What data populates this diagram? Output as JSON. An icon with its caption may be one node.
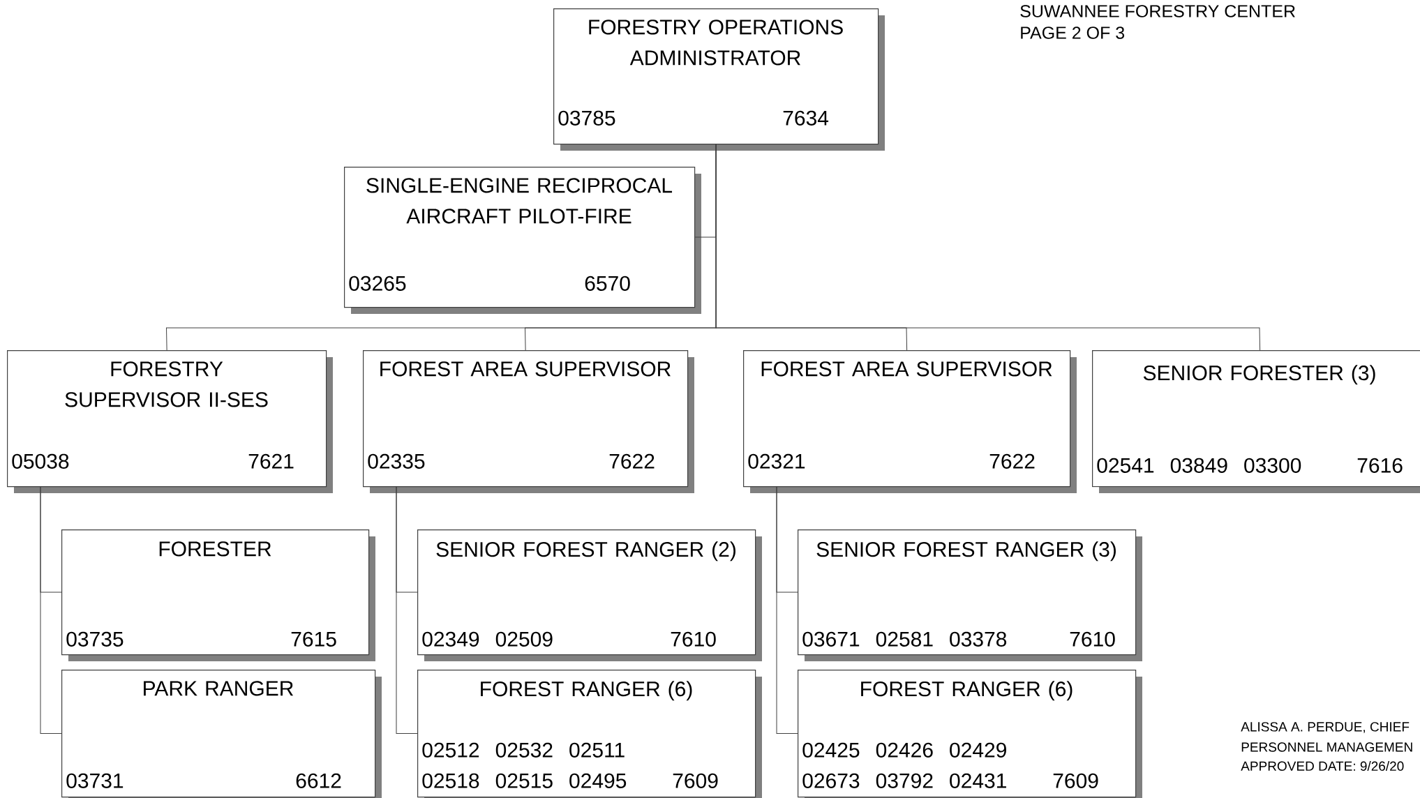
{
  "diagram": {
    "nodes": [
      {
        "text": [
          "FORESTRY OPERATIONS ADMINISTRATOR",
          "03785",
          "7634"
        ]
      },
      {
        "text": [
          "SINGLE-ENGINE RECIPROCAL AIRCRAFT PILOT-FIRE",
          "03265",
          "6570"
        ]
      },
      {
        "text": [
          "FORESTRY SUPERVISOR II-SES",
          "05038",
          "7621"
        ]
      },
      {
        "text": [
          "FOREST AREA SUPERVISOR",
          "02335",
          "7622"
        ]
      },
      {
        "text": [
          "FOREST AREA SUPERVISOR",
          "02321",
          "7622"
        ]
      },
      {
        "text": [
          "SENIOR FORESTER (3)",
          "02541 03849 03300",
          "7616"
        ]
      },
      {
        "text": [
          "FORESTER",
          "03735",
          "7615"
        ]
      },
      {
        "text": [
          "PARK RANGER",
          "03731",
          "6612"
        ]
      },
      {
        "text": [
          "SENIOR FOREST RANGER (2)",
          "02349 02509",
          "7610"
        ]
      },
      {
        "text": [
          "FOREST RANGER (6)",
          "02512 02532 02511 02518 02515 02495",
          "7609"
        ]
      },
      {
        "text": [
          "SENIOR FOREST RANGER (3)",
          "03671 02581 03378",
          "7610"
        ]
      },
      {
        "text": [
          "FOREST RANGER (6)",
          "02425 02426 02429 02673 03792 02431",
          "7609"
        ]
      }
    ],
    "edges": [
      {
        "from": 0,
        "to": 1,
        "arrow": "none"
      },
      {
        "from": 0,
        "to": 2,
        "arrow": "none"
      },
      {
        "from": 0,
        "to": 3,
        "arrow": "none"
      },
      {
        "from": 0,
        "to": 4,
        "arrow": "none"
      },
      {
        "from": 0,
        "to": 5,
        "arrow": "none"
      },
      {
        "from": 2,
        "to": 6,
        "arrow": "none"
      },
      {
        "from": 2,
        "to": 7,
        "arrow": "none"
      },
      {
        "from": 3,
        "to": 8,
        "arrow": "none"
      },
      {
        "from": 3,
        "to": 9,
        "arrow": "none"
      },
      {
        "from": 4,
        "to": 10,
        "arrow": "none"
      },
      {
        "from": 4,
        "to": 11,
        "arrow": "none"
      }
    ],
    "labels": [
      "SUWANNEE FORESTRY CENTER",
      "PAGE 2 OF 3",
      "ALISSA A. PERDUE, CHIEF",
      "PERSONNEL MANAGEMEN",
      "APPROVED DATE: 9/26/20"
    ]
  }
}
